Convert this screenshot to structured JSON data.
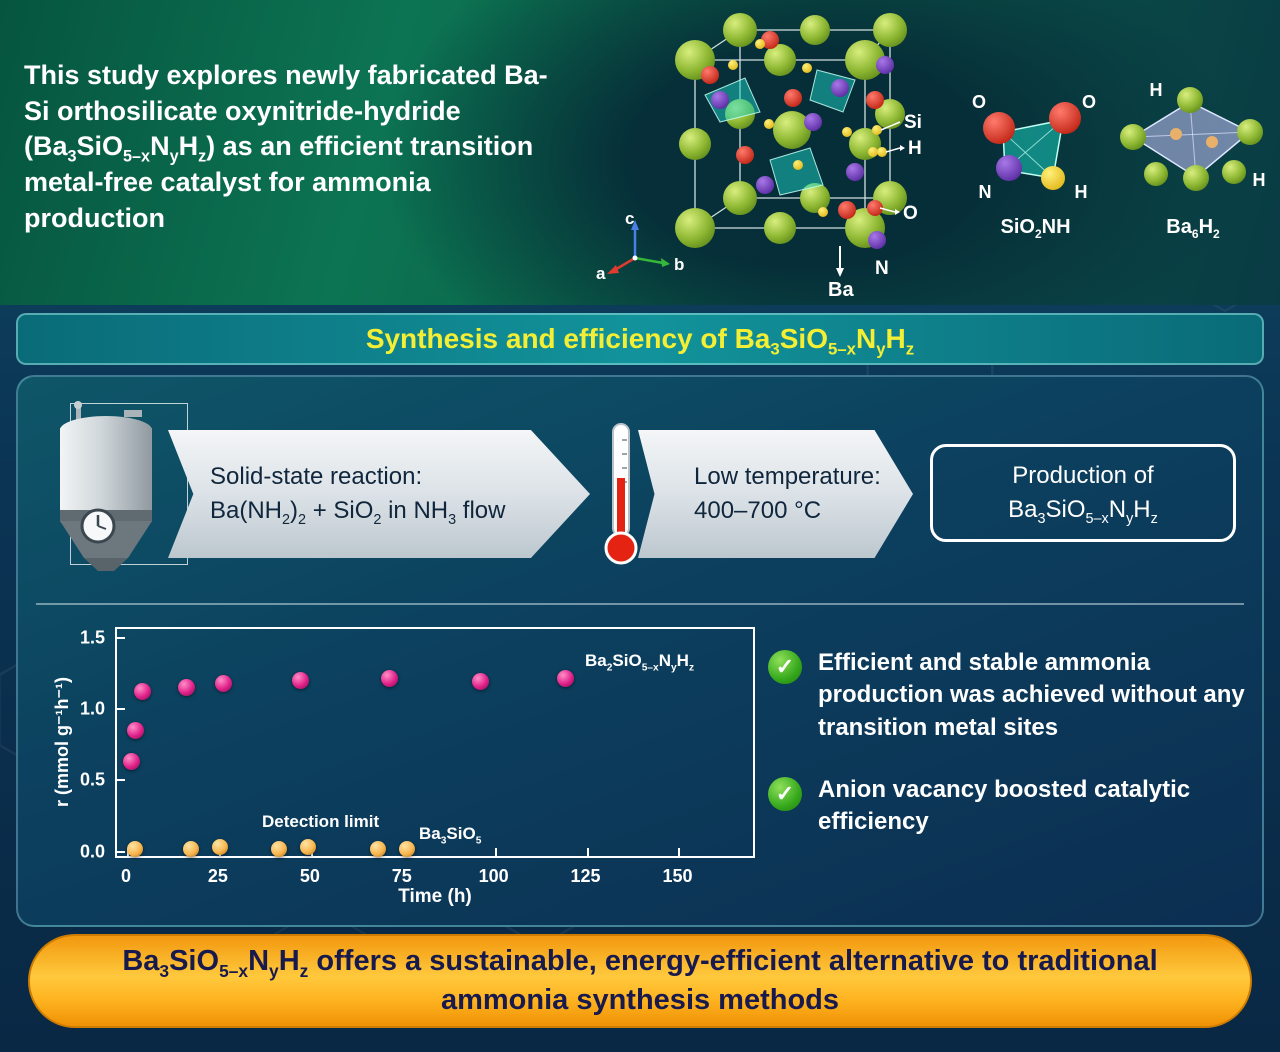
{
  "header": {
    "text": "This study explores newly fabricated Ba-Si orthosilicate oxynitride-hydride (Ba~3~SiO~5–x~N~y~H~z~) as an efficient transition metal-free catalyst for ammonia production"
  },
  "crystal": {
    "si": "Si",
    "h": "H",
    "o": "O",
    "n": "N",
    "ba": "Ba",
    "ax_a": "a",
    "ax_b": "b",
    "ax_c": "c"
  },
  "clusters": [
    {
      "caption": "SiO~2~NH",
      "labels": [
        "O",
        "O",
        "N",
        "H"
      ]
    },
    {
      "caption": "Ba~6~H~2~",
      "labels": [
        "H",
        "H"
      ]
    }
  ],
  "banner": {
    "title": "Synthesis and efficiency of Ba~3~SiO~5–x~N~y~H~z~"
  },
  "process": {
    "step1_line1": "Solid-state reaction:",
    "step1_line2": "Ba(NH~2~)~2~ + SiO~2~ in NH~3~ flow",
    "step2_line1": "Low temperature:",
    "step2_line2": "400–700 °C",
    "step3_line1": "Production of",
    "step3_line2": "Ba~3~SiO~5–x~N~y~H~z~"
  },
  "chart_data": {
    "type": "scatter",
    "xlabel": "Time (h)",
    "ylabel": "r (mmol g⁻¹h⁻¹)",
    "xlim": [
      -3,
      170
    ],
    "ylim": [
      -0.03,
      1.56
    ],
    "xticks": [
      0,
      25,
      50,
      75,
      100,
      125,
      150
    ],
    "yticks": [
      0,
      0.5,
      1,
      1.5
    ],
    "ytick_labels": [
      "0.0",
      "0.5",
      "1.0",
      "1.5"
    ],
    "annotation": "Detection limit",
    "grid": false,
    "series": [
      {
        "name": "Ba~2~SiO~5–x~N~y~H~z~",
        "color": "#e0218a",
        "color_dark": "#7c0b4a",
        "highlight": "#ff8ec7",
        "size": 17,
        "points": [
          [
            1,
            0.63
          ],
          [
            2,
            0.85
          ],
          [
            4,
            1.12
          ],
          [
            16,
            1.15
          ],
          [
            26,
            1.18
          ],
          [
            47,
            1.2
          ],
          [
            71,
            1.21
          ],
          [
            96,
            1.19
          ],
          [
            119,
            1.21
          ]
        ]
      },
      {
        "name": "Ba~3~SiO~5~",
        "color": "#f7b64e",
        "color_dark": "#b26a12",
        "highlight": "#ffe3a6",
        "size": 16,
        "points": [
          [
            2,
            0.02
          ],
          [
            17,
            0.02
          ],
          [
            25,
            0.03
          ],
          [
            41,
            0.02
          ],
          [
            49,
            0.03
          ],
          [
            68,
            0.02
          ],
          [
            76,
            0.02
          ]
        ]
      }
    ]
  },
  "findings": [
    {
      "text": "Efficient and stable ammonia production was achieved without any transition metal sites"
    },
    {
      "text": "Anion vacancy boosted catalytic efficiency"
    }
  ],
  "footer": {
    "text": "Ba~3~SiO~5–x~N~y~H~z~ offers a sustainable, energy-efficient alternative to traditional ammonia synthesis methods"
  }
}
